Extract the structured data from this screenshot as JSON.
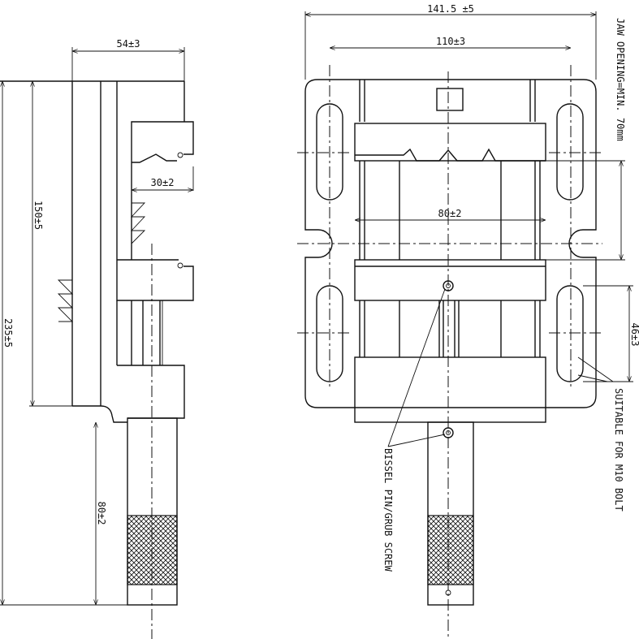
{
  "left_view": {
    "dim_width": "54±3",
    "dim_total_height": "235±5",
    "dim_body_height": "150±5",
    "dim_jaw_depth": "30±2",
    "dim_shaft_length": "80±2"
  },
  "right_view": {
    "dim_overall_width": "141.5 ±5",
    "dim_slot_spacing": "110±3",
    "dim_jaw_width": "80±2",
    "dim_slot_length": "46±3",
    "note_jaw_opening": "JAW OPENING=MIN. 70mm",
    "note_bolt": "SUITABLE FOR M10 BOLT",
    "note_pin": "BISSEL PIN/GRUB SCREW"
  },
  "colors": {
    "line": "#111111",
    "background": "#ffffff"
  }
}
